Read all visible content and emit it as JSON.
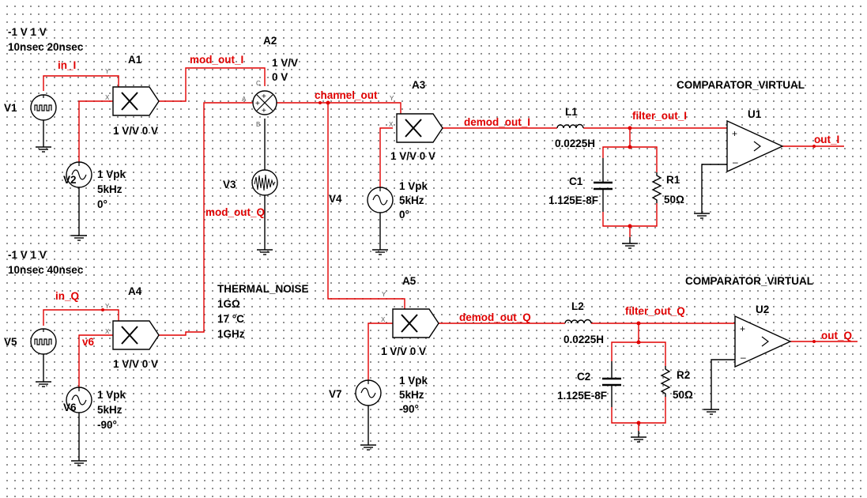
{
  "labels": {
    "v1_params": "-1 V 1 V",
    "v1_params2": "10nsec 20nsec",
    "v1": "V1",
    "v2": "V2",
    "v2_vpk": "1 Vpk",
    "v2_freq": "5kHz",
    "v2_phase": "0°",
    "a1": "A1",
    "a1_params": "1 V/V 0 V",
    "a2": "A2",
    "a2_params": "1 V/V",
    "a2_params2": "0 V",
    "v3": "V3",
    "v4": "V4",
    "a3": "A3",
    "a3_params": "1 V/V 0 V",
    "v4_vpk": "1 Vpk",
    "v4_freq": "5kHz",
    "v4_phase": "0°",
    "l1": "L1",
    "l1_val": "0.0225H",
    "c1": "C1",
    "c1_val": "1.125E-8F",
    "r1": "R1",
    "r1_val": "50Ω",
    "comp1": "COMPARATOR_VIRTUAL",
    "u1": "U1",
    "v5_params": "-1 V 1 V",
    "v5_params2": "10nsec 40nsec",
    "v5": "V5",
    "a4": "A4",
    "a4_params": "1 V/V 0 V",
    "v6": "V6",
    "v6_vpk": "1 Vpk",
    "v6_freq": "5kHz",
    "v6_phase": "-90°",
    "thermal": "THERMAL_NOISE",
    "thermal_r": "1GΩ",
    "thermal_t": "17 °C",
    "thermal_f": "1GHz",
    "a5": "A5",
    "a5_params": "1 V/V 0 V",
    "v7": "V7",
    "v7_vpk": "1 Vpk",
    "v7_freq": "5kHz",
    "v7_phase": "-90°",
    "l2": "L2",
    "l2_val": "0.0225H",
    "c2": "C2",
    "c2_val": "1.125E-8F",
    "r2": "R2",
    "r2_val": "50Ω",
    "comp2": "COMPARATOR_VIRTUAL",
    "u2": "U2"
  },
  "nets": {
    "in_I": "in_I",
    "mod_out_I": "mod_out_I",
    "channel_out": "channel_out",
    "demod_out_I": "demod_out_I",
    "filter_out_I": "filter_out_I",
    "out_I": "out_I",
    "mod_out_Q": "mod_out_Q",
    "in_Q": "in_Q",
    "v6": "v6",
    "demod_out_Q": "demod_out_Q",
    "filter_out_Q": "filter_out_Q",
    "out_Q": "out_Q"
  },
  "pins": {
    "y": "Y",
    "x": "X",
    "a": "A",
    "b": "B",
    "c": "C"
  },
  "colors": {
    "wire": "#e00000",
    "component": "#000000",
    "grid_dot": "#7a7a7a"
  }
}
